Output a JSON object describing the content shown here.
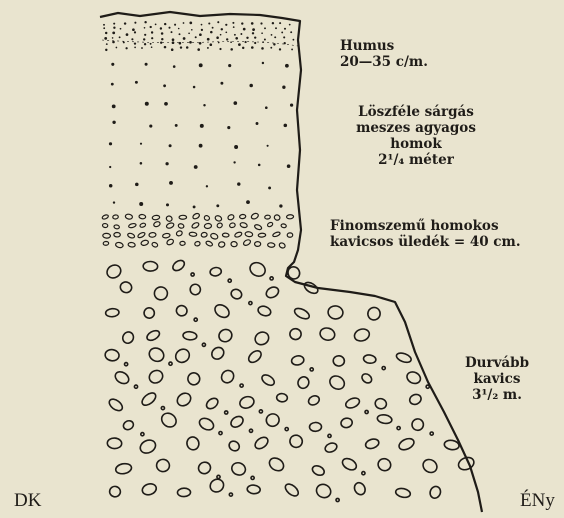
{
  "layers": {
    "humus": {
      "name": "Humus",
      "size": "20—35 c/m."
    },
    "loess": {
      "line1": "Löszféle sárgás",
      "line2": "meszes agyagos",
      "line3": "homok",
      "size": "2¹/₄ méter"
    },
    "fine_gravel": {
      "line1": "Finomszemű homokos",
      "line2": "kavicsos üledék = 40 cm."
    },
    "coarse_gravel": {
      "line1": "Durvább",
      "line2": "kavics",
      "size": "3¹/₂ m."
    }
  },
  "directions": {
    "left": "DK",
    "right": "ÉNy"
  },
  "colors": {
    "paper": "#e9e4cf",
    "ink": "#1f1c18"
  }
}
